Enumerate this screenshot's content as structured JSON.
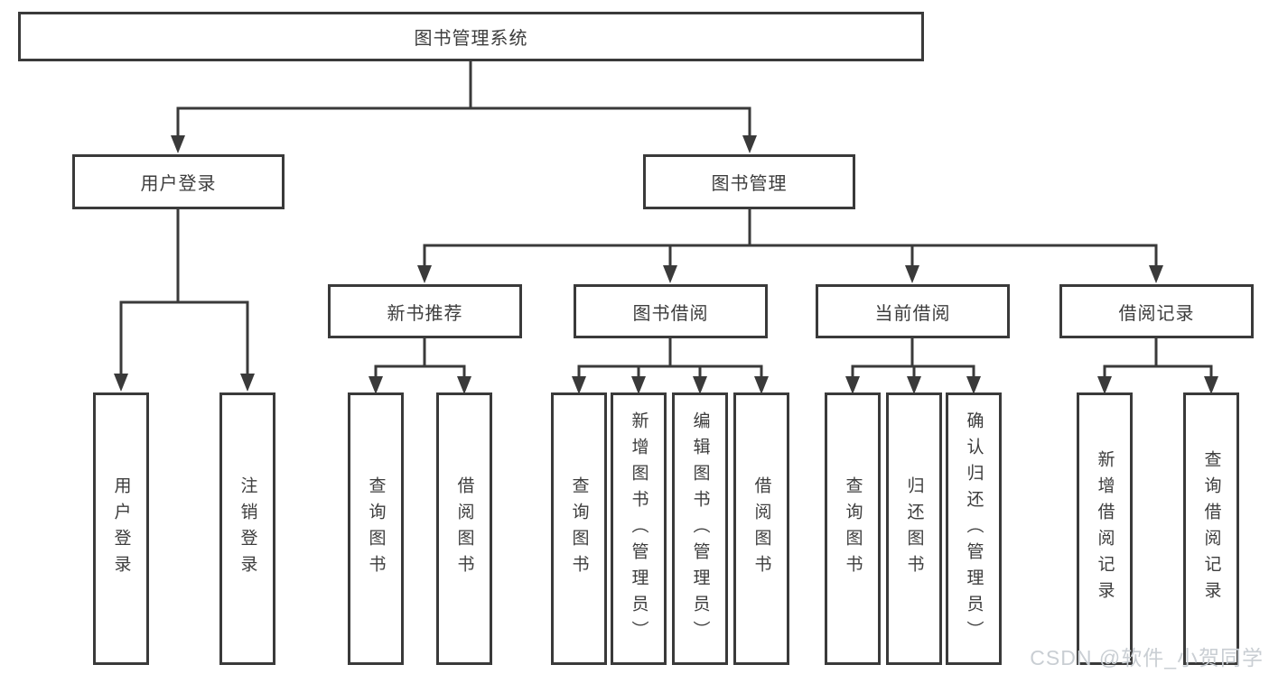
{
  "diagram": {
    "root": "图书管理系统",
    "user_login": {
      "label": "用户登录",
      "children": {
        "login": "用户登录",
        "logout": "注销登录"
      }
    },
    "book_management": {
      "label": "图书管理",
      "new_book_recommend": {
        "label": "新书推荐",
        "children": {
          "query_books": "查询图书",
          "borrow_books": "借阅图书"
        }
      },
      "book_borrowing": {
        "label": "图书借阅",
        "children": {
          "query_books": "查询图书",
          "add_books": "新增图书（管理员）",
          "edit_books": "编辑图书（管理员）",
          "borrow_books": "借阅图书"
        }
      },
      "current_borrowing": {
        "label": "当前借阅",
        "children": {
          "query_books": "查询图书",
          "return_books": "归还图书",
          "confirm_return": "确认归还（管理员）"
        }
      },
      "borrowing_records": {
        "label": "借阅记录",
        "children": {
          "add_record": "新增借阅记录",
          "query_record": "查询借阅记录"
        }
      }
    }
  },
  "watermark": {
    "text": "CSDN @软件_小贺同学"
  },
  "colors": {
    "line": "#3a3a3a",
    "text": "#3d3d3d",
    "box_background": "#ffffff",
    "watermark": "#c9ced3"
  }
}
